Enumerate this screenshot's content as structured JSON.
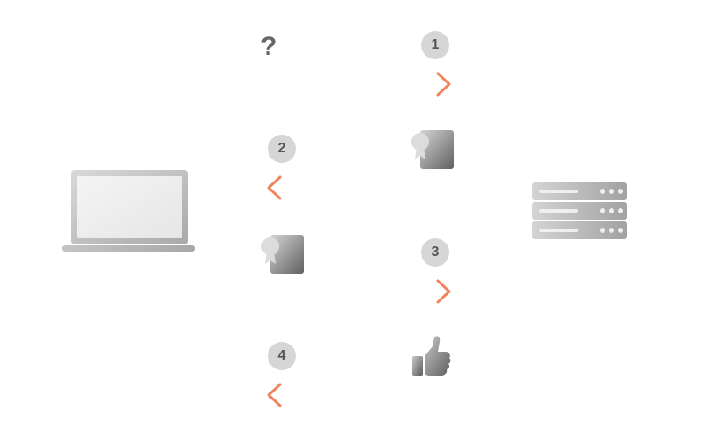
{
  "steps": [
    {
      "number": "1",
      "direction": "client-to-server",
      "content": "question-mark"
    },
    {
      "number": "2",
      "direction": "server-to-client",
      "content": "certificate-icon"
    },
    {
      "number": "3",
      "direction": "client-to-server",
      "content": "certificate-icon"
    },
    {
      "number": "4",
      "direction": "server-to-client",
      "content": "thumbs-up-icon"
    }
  ],
  "question_text": "?",
  "nodes": {
    "client": "laptop-icon",
    "server": "server-rack-icon"
  },
  "colors": {
    "arrow": "#f0855b",
    "badge_bg": "#d6d6d6",
    "badge_text": "#555555",
    "icon_light": "#e8e8e8",
    "icon_dark": "#b3b3b3"
  }
}
